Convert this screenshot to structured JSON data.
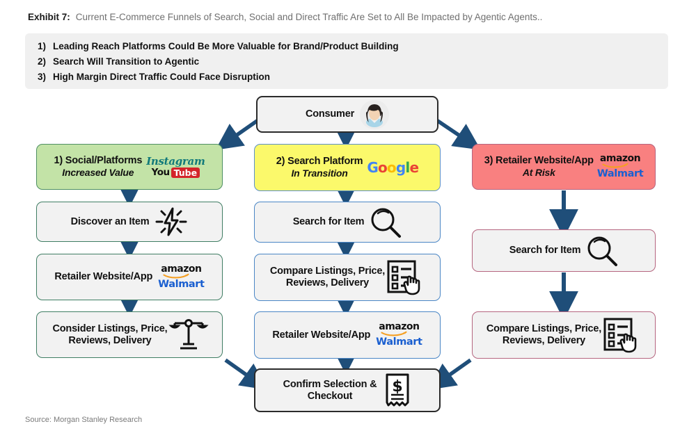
{
  "exhibit": {
    "label": "Exhibit 7:",
    "title": "Current E-Commerce Funnels of Search, Social and Direct Traffic Are Set to All Be Impacted by Agentic Agents.."
  },
  "bullets": [
    {
      "num": "1)",
      "text": "Leading Reach Platforms Could Be More Valuable for Brand/Product Building"
    },
    {
      "num": "2)",
      "text": "Search Will Transition to Agentic"
    },
    {
      "num": "3)",
      "text": "High Margin Direct Traffic Could Face Disruption"
    }
  ],
  "diagram": {
    "consumer": {
      "label": "Consumer",
      "icon": "user-avatar-icon"
    },
    "columns": [
      {
        "id": "social",
        "header": {
          "title": "1)  Social/Platforms",
          "subtitle": "Increased Value",
          "logos": [
            "instagram-logo",
            "youtube-logo"
          ]
        },
        "steps": [
          {
            "label": "Discover an Item",
            "icon": "spark-lightning-icon"
          },
          {
            "label": "Retailer Website/App",
            "logos": [
              "amazon-logo",
              "walmart-logo"
            ]
          },
          {
            "label": "Consider Listings, Price,\nReviews, Delivery",
            "line1": "Consider Listings, Price,",
            "line2": "Reviews, Delivery",
            "icon": "balance-scale-icon"
          }
        ]
      },
      {
        "id": "search",
        "header": {
          "title": "2) Search Platform",
          "subtitle": "In Transition",
          "logos": [
            "google-logo"
          ]
        },
        "steps": [
          {
            "label": "Search for Item",
            "icon": "magnifier-icon"
          },
          {
            "line1": "Compare Listings, Price,",
            "line2": "Reviews, Delivery",
            "icon": "checklist-cursor-icon"
          },
          {
            "label": "Retailer Website/App",
            "logos": [
              "amazon-logo",
              "walmart-logo"
            ]
          }
        ],
        "final": {
          "line1": "Confirm Selection &",
          "line2": "Checkout",
          "icon": "receipt-dollar-icon"
        }
      },
      {
        "id": "retailer",
        "header": {
          "title": "3) Retailer Website/App",
          "subtitle": "At Risk",
          "logos": [
            "amazon-logo",
            "walmart-logo"
          ]
        },
        "steps": [
          {
            "label": "Search for Item",
            "icon": "magnifier-icon"
          },
          {
            "line1": "Compare Listings, Price,",
            "line2": "Reviews, Delivery",
            "icon": "checklist-cursor-icon"
          }
        ]
      }
    ]
  },
  "source": "Source: Morgan Stanley Research",
  "colors": {
    "arrow": "#1f4e79",
    "green_fill": "#c3e3a7",
    "green_border": "#4e8f63",
    "yellow_fill": "#fbf96b",
    "blue_border": "#5b8fc9",
    "red_fill": "#f98080",
    "red_border": "#b5657f",
    "panel_bg": "#f0f0f0",
    "node_bg": "#f2f2f2"
  },
  "brands": {
    "amazon": "amazon",
    "walmart": "Walmart",
    "instagram": "Instagram",
    "youtube_you": "You",
    "youtube_tube": "Tube",
    "google": "Google"
  }
}
